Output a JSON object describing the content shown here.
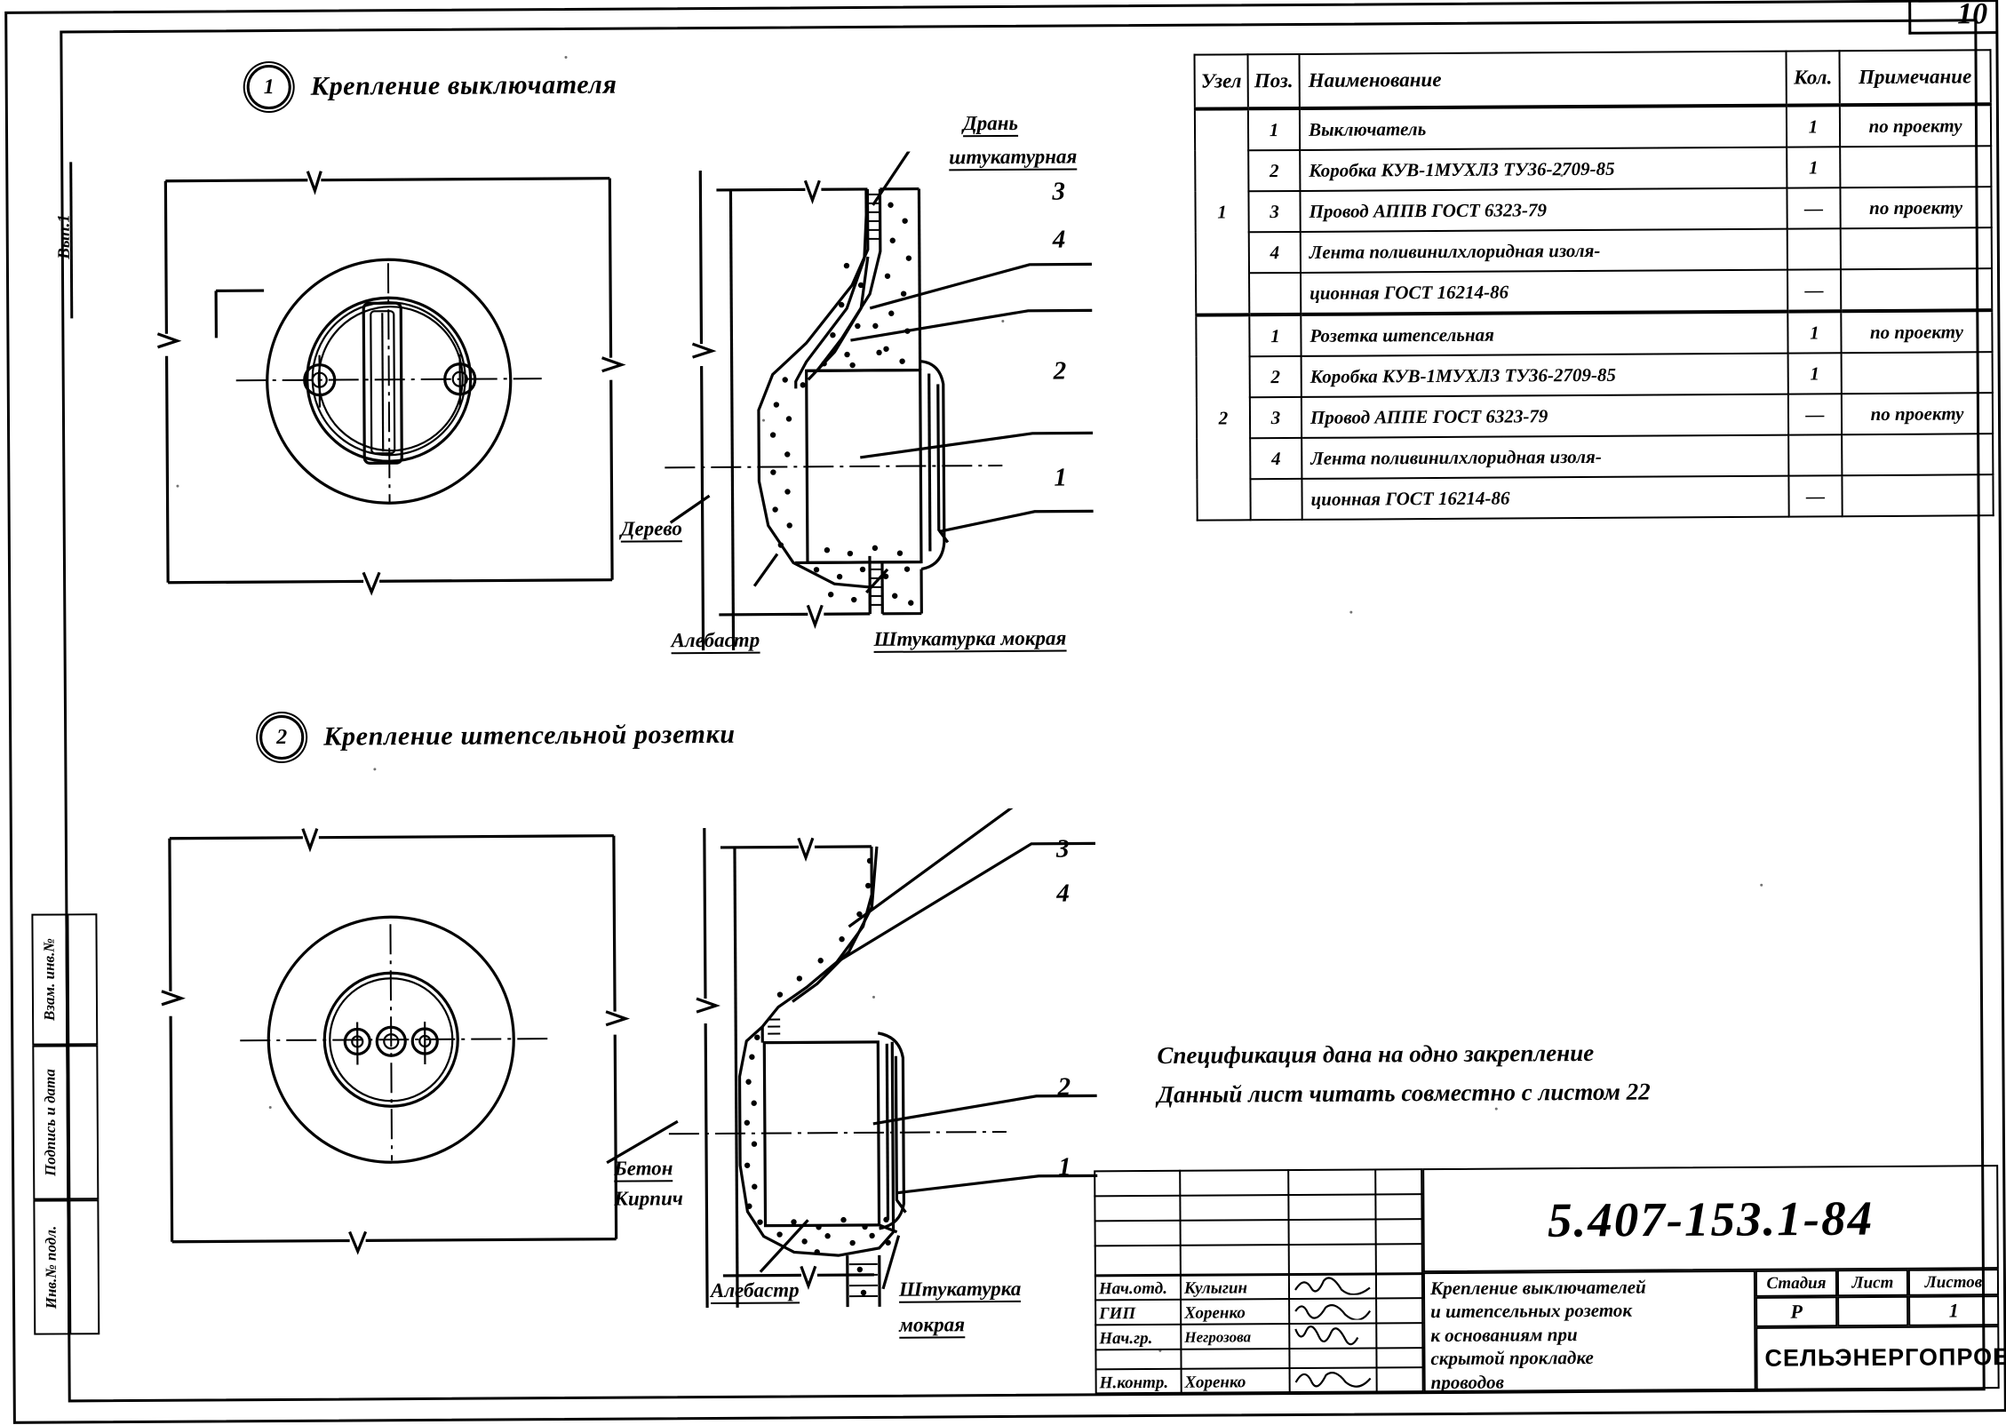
{
  "sheet": {
    "number": "10",
    "left_margin_blocks": [
      "Взам. инв.№",
      "Подпись и дата",
      "Инв.№ подл."
    ],
    "left_edge_note": "Вып.1"
  },
  "details": [
    {
      "number": "1",
      "title": "Крепление выключателя",
      "callouts": [
        {
          "id": "lath",
          "text": "Дрань",
          "line2": "штукатурная"
        },
        {
          "id": "wood",
          "text": "Дерево"
        },
        {
          "id": "alabast",
          "text": "Алебастр"
        },
        {
          "id": "plaster",
          "text": "Штукатурка мокрая"
        }
      ],
      "leader_numbers": [
        "3",
        "4",
        "2",
        "1"
      ]
    },
    {
      "number": "2",
      "title": "Крепление штепсельной розетки",
      "callouts": [
        {
          "id": "base",
          "text": "Бетон",
          "line2": "Кирпич"
        },
        {
          "id": "alabast",
          "text": "Алебастр"
        },
        {
          "id": "plaster",
          "text": "Штукатурка",
          "line2": "мокрая"
        }
      ],
      "leader_numbers": [
        "3",
        "4",
        "2",
        "1"
      ]
    }
  ],
  "spec_table": {
    "headers": [
      "Узел",
      "Поз.",
      "Наименование",
      "Кол.",
      "Примечание"
    ],
    "groups": [
      {
        "uzel": "1",
        "rows": [
          {
            "poz": "1",
            "name": "Выключатель",
            "kol": "1",
            "prim": "по проекту"
          },
          {
            "poz": "2",
            "name": "Коробка КУВ-1МУХЛ3 ТУ36-2709-85",
            "kol": "1",
            "prim": ""
          },
          {
            "poz": "3",
            "name": "Провод АППВ  ГОСТ 6323-79",
            "kol": "—",
            "prim": "по проекту"
          },
          {
            "poz": "4",
            "name": "Лента поливинилхлоридная  изоля-",
            "kol": "",
            "prim": ""
          },
          {
            "poz": "",
            "name": "ционная  ГОСТ 16214-86",
            "kol": "—",
            "prim": ""
          }
        ]
      },
      {
        "uzel": "2",
        "rows": [
          {
            "poz": "1",
            "name": "Розетка   штепсельная",
            "kol": "1",
            "prim": "по проекту"
          },
          {
            "poz": "2",
            "name": "Коробка КУВ-1МУХЛ3 ТУ36-2709-85",
            "kol": "1",
            "prim": ""
          },
          {
            "poz": "3",
            "name": "Провод АППЕ  ГОСТ 6323-79",
            "kol": "—",
            "prim": "по проекту"
          },
          {
            "poz": "4",
            "name": "Лента поливинилхлоридная  изоля-",
            "kol": "",
            "prim": ""
          },
          {
            "poz": "",
            "name": "ционная  ГОСТ 16214-86",
            "kol": "—",
            "prim": ""
          }
        ]
      }
    ]
  },
  "notes": {
    "line1": "Спецификация дана на одно закрепление",
    "line2": "Данный лист читать совместно с листом 22"
  },
  "title_block": {
    "code": "5.407-153.1-84",
    "drawing_title_lines": [
      "Крепление выключателей",
      "и штепсельных розеток",
      "к основаниям при",
      "скрытой прокладке",
      "проводов"
    ],
    "organization": "СЕЛЬЭНЕРГОПРОЕКТ",
    "status_headers": [
      "Стадия",
      "Лист",
      "Листов"
    ],
    "status_values": {
      "stage": "Р",
      "sheet": "",
      "sheets_total": "1"
    },
    "roles": [
      {
        "role": "Нач.отд.",
        "name": "Кулыгин",
        "sign": "signature-scribble"
      },
      {
        "role": "ГИП",
        "name": "Хоренко",
        "sign": "signature-scribble"
      },
      {
        "role": "Нач.гр.",
        "name": "Негрозова",
        "sign": "signature-scribble"
      },
      {
        "role": "",
        "name": "",
        "sign": ""
      },
      {
        "role": "Н.контр.",
        "name": "Хоренко",
        "sign": "signature-scribble"
      }
    ]
  },
  "colors": {
    "ink": "#000000",
    "paper": "#ffffff"
  }
}
